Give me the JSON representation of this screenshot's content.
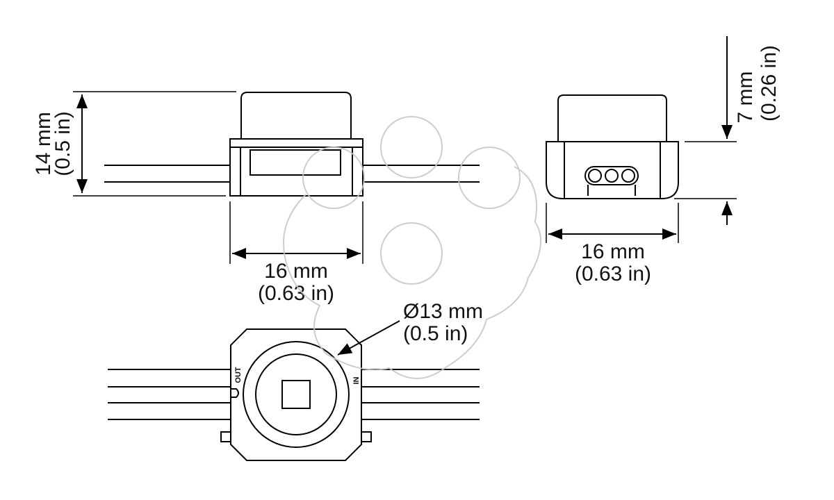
{
  "front_view": {
    "height_mm": "14 mm",
    "height_in": "(0.5 in)",
    "width_mm": "16 mm",
    "width_in": "(0.63 in)"
  },
  "side_view": {
    "depth_mm": "7 mm",
    "depth_in": "(0.26 in)",
    "width_mm": "16 mm",
    "width_in": "(0.63 in)"
  },
  "top_view": {
    "diameter_mm": "Ø13 mm",
    "diameter_in": "(0.5 in)",
    "label_out": "OUT",
    "label_in": "IN"
  }
}
